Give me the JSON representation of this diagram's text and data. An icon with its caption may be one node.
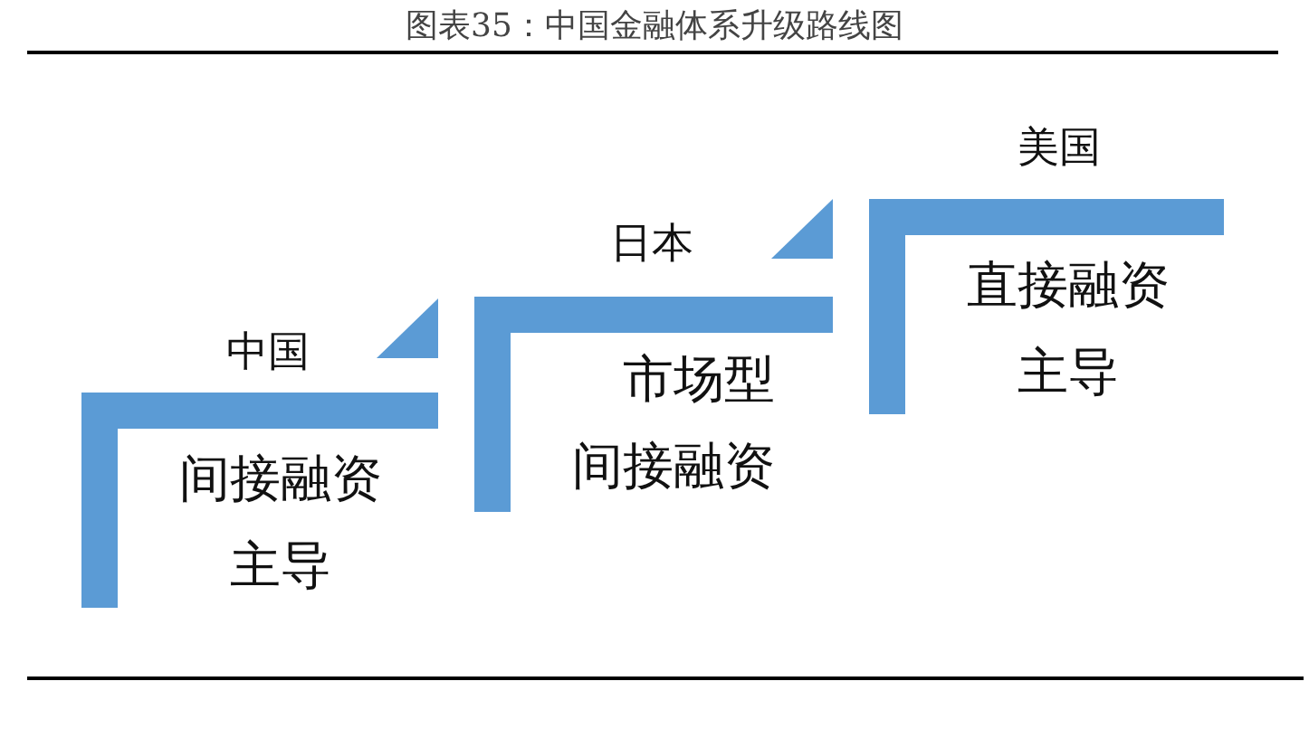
{
  "diagram": {
    "title": "图表35：中国金融体系升级路线图",
    "nodes": [
      {
        "text": [
          "中国",
          "间接融资主导"
        ]
      },
      {
        "text": [
          "日本",
          "市场型间接融资"
        ]
      },
      {
        "text": [
          "美国",
          "直接融资主导"
        ]
      }
    ]
  }
}
